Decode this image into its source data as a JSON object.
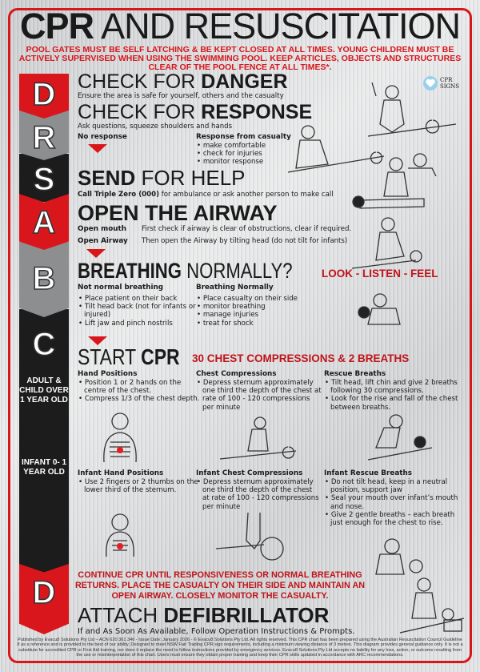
{
  "title": {
    "bold": "CPR",
    "rest": "AND RESUSCITATION"
  },
  "notice": "POOL GATES MUST BE SELF LATCHING & BE KEPT CLOSED AT ALL TIMES. YOUNG CHILDREN MUST BE ACTIVELY SUPERVISED WHEN USING THE SWIMMING POOL. KEEP ARTICLES, OBJECTS AND STRUCTURES CLEAR OF THE POOL FENCE AT ALL TIMES*.",
  "logo": "CPR SIGNS",
  "sidebar": {
    "letters": [
      "D",
      "R",
      "S",
      "A",
      "B",
      "C",
      "D"
    ],
    "adult": "ADULT & CHILD OVER 1 YEAR OLD",
    "infant": "INFANT 0- 1 YEAR OLD"
  },
  "danger": {
    "light": "CHECK FOR",
    "bold": "DANGER",
    "desc": "Ensure the area is safe for yourself, others and the casualty"
  },
  "response": {
    "light": "CHECK FOR",
    "bold": "RESPONSE",
    "desc": "Ask questions, squeeze shoulders and hands",
    "no_response": "No response",
    "yes_title": "Response from casualty",
    "yes_items": [
      "make comfortable",
      "check for injuries",
      "monitor response"
    ]
  },
  "send": {
    "bold": "SEND",
    "light": "FOR HELP",
    "desc_bold": "Call Triple Zero (000)",
    "desc": " for ambulance or ask another person to make call"
  },
  "airway": {
    "title": "OPEN THE AIRWAY",
    "rows": [
      {
        "label": "Open mouth",
        "text": "First check if airway is clear of obstructions, clear if required."
      },
      {
        "label": "Open Airway",
        "text": "Then open the Airway by tilting head (do not tilt for infants)"
      }
    ]
  },
  "breathing": {
    "bold": "BREATHING",
    "light": "NORMALLY?",
    "accent": "LOOK - LISTEN - FEEL",
    "not_title": "Not normal breathing",
    "not_items": [
      "Place patient on their back",
      "Tilt head back (not for infants or injured)",
      "Lift jaw and pinch nostrils"
    ],
    "yes_title": "Breathing Normally",
    "yes_items": [
      "Place casualty on their side",
      "monitor breathing",
      "manage injuries",
      "treat for shock"
    ]
  },
  "cpr": {
    "light": "START",
    "bold": "CPR",
    "accent": "30 CHEST COMPRESSIONS & 2 BREATHS",
    "adult": [
      {
        "title": "Hand Positions",
        "items": [
          "Position 1 or 2 hands on the centre of the chest.",
          "Compress 1/3 of the chest depth."
        ]
      },
      {
        "title": "Chest Compressions",
        "items": [
          "Depress sternum approximately one third the depth of the chest at rate of 100 - 120 compressions per minute"
        ]
      },
      {
        "title": "Rescue Breaths",
        "items": [
          "Tilt head, lift chin and give 2 breaths following 30 compressions.",
          "Look for the rise and fall of the chest between breaths."
        ]
      }
    ],
    "infant": [
      {
        "title": "Infant Hand Positions",
        "items": [
          "Use 2 fingers or 2 thumbs on the lower third of the sternum."
        ]
      },
      {
        "title": "Infant Chest Compressions",
        "items": [
          "Depress sternum approximately one third the depth of the chest at rate of 100 - 120 compressions per minute"
        ]
      },
      {
        "title": "Infant Rescue Breaths",
        "items": [
          "Do not tilt head, keep in a neutral position, support jaw",
          "Seal your mouth over infant’s mouth and nose.",
          "Give 2 gentle breaths – each breath just enough for the chest to rise."
        ]
      }
    ]
  },
  "continue": "CONTINUE CPR UNTIL RESPONSIVENESS OR NORMAL BREATHING RETURNS. PLACE THE  CASUALTY ON THEIR SIDE AND MAINTAIN AN OPEN AIRWAY. CLOSELY MONITOR THE CASUALTY.",
  "defib": {
    "light": "ATTACH",
    "bold": "DEFIBRILLATOR",
    "desc": "If and As Soon As Available, Follow Operation Instructions & Prompts."
  },
  "fine_print": "Published by Evacu8 Solutions Pty Ltd – ACN 620 361 346 - Issue Date: January 2026 - © Evacu8 Solutions Pty Ltd. All rights reserved. This CPR chart has been prepared using the Australian Resuscitation Council Guideline 8 as a reference and is provided to the best of our ability. Designed to meet NSW Fair Trading CPR sign requirements, including a minimum viewing distance of 3 metres. This diagram provides general guidance only. It is not a substitute for accredited CPR or First Aid training, nor does it replace the need to follow instructions provided by emergency services. Evacu8 Solutions Pty Ltd accepts no liability for any loss, action, or outcome resulting from the use or misinterpretation of this chart. Users must ensure they obtain proper training and keep their CPR skills updated in accordance with ARC recommendations.",
  "colors": {
    "accent": "#d9161c",
    "dark": "#1c1c1c",
    "gray": "#8d8e90"
  }
}
